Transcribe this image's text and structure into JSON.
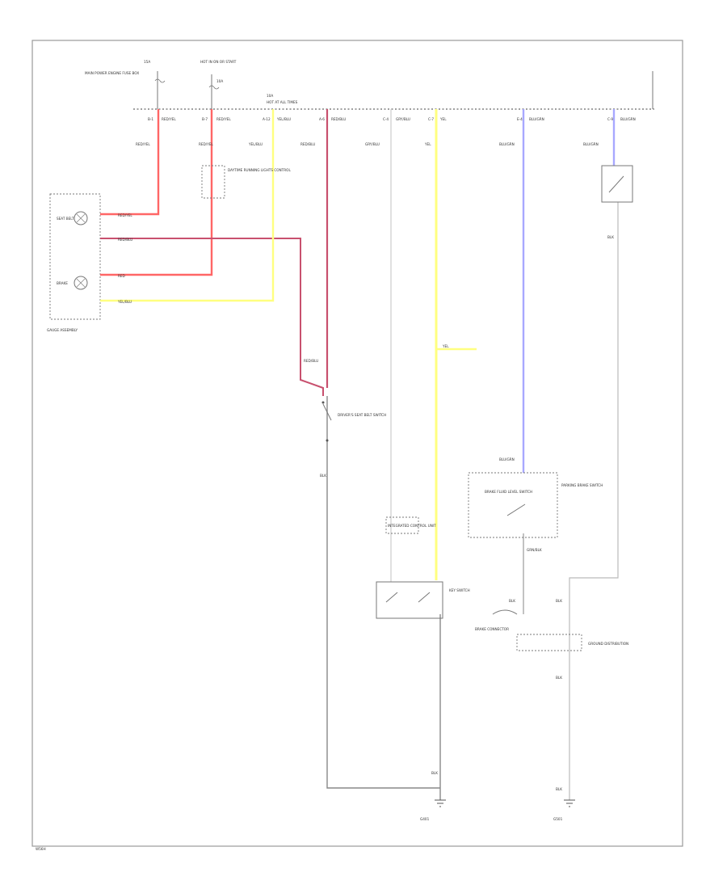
{
  "diagram": {
    "footer": "W56H",
    "top_sources": [
      {
        "id": "s1",
        "label": "MAIN POWER ENGINE FUSE BOX",
        "fuse": "15A"
      },
      {
        "id": "s2",
        "label": "HOT IN ON OR START",
        "fuse": "10A"
      },
      {
        "id": "s3",
        "label": "HOT AT ALL TIMES",
        "fuse": "10A"
      }
    ],
    "bus_taps": [
      {
        "id": "t1",
        "label": "B-1",
        "wire": "RED/YEL"
      },
      {
        "id": "t2",
        "label": "B-7",
        "wire": "RED/YEL"
      },
      {
        "id": "t3",
        "label": "A-12",
        "wire": "YEL/BLU"
      },
      {
        "id": "t4",
        "label": "A-6",
        "wire": "RED/BLU"
      },
      {
        "id": "t5",
        "label": "C-4",
        "wire": "GRY/BLU"
      },
      {
        "id": "t6",
        "label": "C-7",
        "wire": "YEL"
      },
      {
        "id": "t7",
        "label": "E-4",
        "wire": "BLU/GRN"
      },
      {
        "id": "t8",
        "label": "C-9",
        "wire": "BLU/GRN"
      }
    ],
    "components": {
      "gauge_assembly": {
        "label": "GAUGE ASSEMBLY",
        "lamp1": "SEAT BELT",
        "lamp2": "BRAKE"
      },
      "relay": {
        "label": "DAYTIME RUNNING LIGHTS CONTROL"
      },
      "seat_belt_switch": {
        "label": "DRIVER'S SEAT BELT SWITCH"
      },
      "parking_brake_switch": {
        "label": "PARKING BRAKE SWITCH"
      },
      "door_switch": {
        "label": "KEY SWITCH"
      },
      "fluid_switch": {
        "label": "BRAKE FLUID LEVEL SWITCH"
      },
      "dash_note": {
        "label": "INTEGRATED CONTROL UNIT"
      },
      "brake_connect": {
        "label": "BRAKE CONNECTOR"
      },
      "gnd1": {
        "label": "G401"
      },
      "gnd2": {
        "label": "G501"
      },
      "term": {
        "label": "GROUND DISTRIBUTION"
      }
    },
    "wire_labels": [
      {
        "id": "w1",
        "text": "RED/YEL"
      },
      {
        "id": "w2",
        "text": "RED/YEL"
      },
      {
        "id": "w3",
        "text": "YEL/BLU"
      },
      {
        "id": "w4",
        "text": "RED/BLU"
      },
      {
        "id": "w5",
        "text": "GRY/BLU"
      },
      {
        "id": "w6",
        "text": "YEL"
      },
      {
        "id": "w7",
        "text": "BLU/GRN"
      },
      {
        "id": "w8",
        "text": "BLU/GRN"
      },
      {
        "id": "w9",
        "text": "BLK"
      },
      {
        "id": "w10",
        "text": "BLK"
      },
      {
        "id": "w11",
        "text": "BLU/GRN"
      },
      {
        "id": "w12",
        "text": "GRN/BLK"
      },
      {
        "id": "w13",
        "text": "BLK"
      },
      {
        "id": "w14",
        "text": "BLK"
      },
      {
        "id": "w15",
        "text": "BLK"
      },
      {
        "id": "w16",
        "text": "BLK"
      },
      {
        "id": "w17",
        "text": "BLK"
      },
      {
        "id": "w18",
        "text": "RED/YEL"
      },
      {
        "id": "w19",
        "text": "RED/BLU"
      },
      {
        "id": "w20",
        "text": "RED"
      },
      {
        "id": "w21",
        "text": "YEL/BLU"
      },
      {
        "id": "w22",
        "text": "YEL"
      },
      {
        "id": "w23",
        "text": "RED/BLU"
      }
    ],
    "colors": {
      "red": "#ff6666",
      "red_blue": "#c8506e",
      "yellow": "#ffff80",
      "pink": "#ff8aa0",
      "white": "#d8d8d8",
      "blue": "#a8a8ff",
      "gray": "#888888",
      "black": "#444444"
    }
  }
}
